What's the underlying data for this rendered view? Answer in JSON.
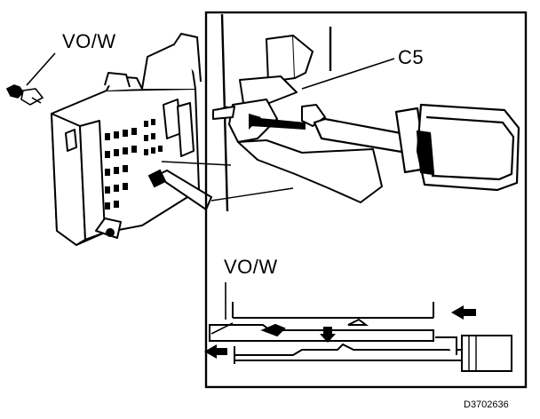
{
  "labels": {
    "wire_top": "VO/W",
    "connector": "C5",
    "wire_bottom": "VO/W",
    "figure_code": "D3702636"
  },
  "colors": {
    "ink": "#000000",
    "paper": "#ffffff",
    "shade": "#1a1a1a"
  }
}
